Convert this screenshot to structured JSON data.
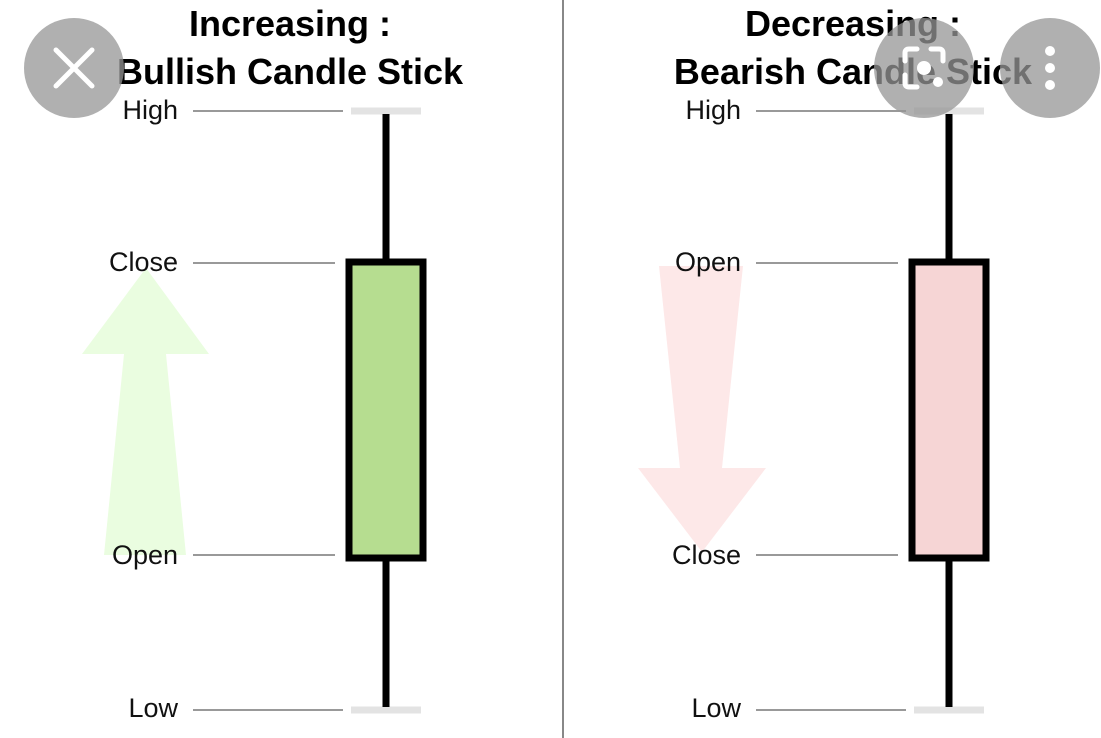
{
  "colors": {
    "bullish_body": "#b6dd90",
    "bearish_body": "#f6d5d5",
    "up_arrow": "#eafde0",
    "down_arrow": "#fde8e8",
    "leader_line": "#999999",
    "cap_tick": "#e3e3e3",
    "divider": "#888888",
    "overlay_button": "#969696"
  },
  "panels": [
    {
      "id": "bullish",
      "title_line1": "Increasing :",
      "title_line2": "Bullish Candle Stick",
      "labels": {
        "high": "High",
        "top": "Close",
        "bottom": "Open",
        "low": "Low"
      },
      "arrow": "up-arrow-icon"
    },
    {
      "id": "bearish",
      "title_line1": "Decreasing :",
      "title_line2": "Bearish Candle Stick",
      "labels": {
        "high": "High",
        "top": "Open",
        "bottom": "Close",
        "low": "Low"
      },
      "arrow": "down-arrow-icon"
    }
  ],
  "overlay": {
    "close_icon": "close-icon",
    "lens_icon": "lens-icon",
    "more_icon": "more-vertical-icon"
  }
}
